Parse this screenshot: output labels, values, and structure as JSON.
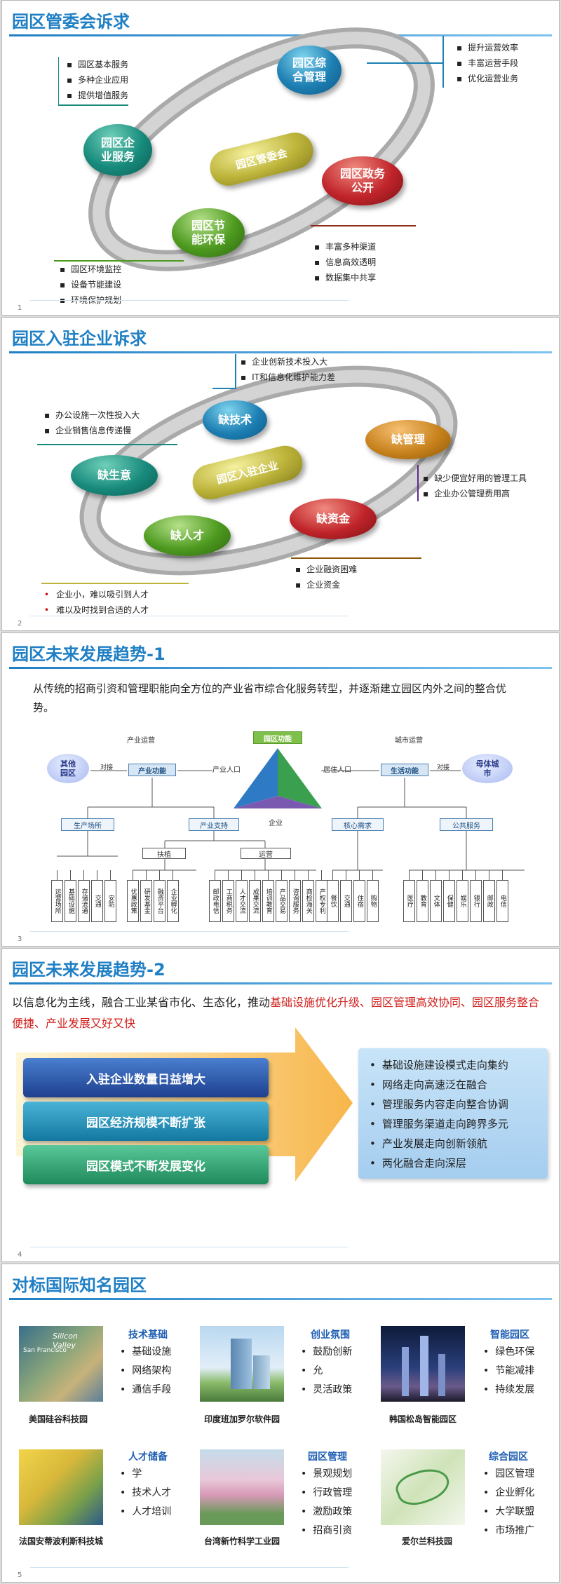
{
  "slides": [
    {
      "number": "1",
      "title": "园区管委会诉求",
      "center": "园区管委会",
      "nodes": [
        {
          "label": "园区综合管理",
          "bullets": [
            "提升运营效率",
            "丰富运营手段",
            "优化运营业务"
          ]
        },
        {
          "label": "园区企业服务",
          "bullets": [
            "园区基本服务",
            "多种企业应用",
            "提供增值服务"
          ]
        },
        {
          "label": "园区政务公开",
          "bullets": [
            "丰富多种渠道",
            "信息高效透明",
            "数据集中共享"
          ]
        },
        {
          "label": "园区节能环保",
          "bullets": [
            "园区环境监控",
            "设备节能建设",
            "环境保护规划"
          ]
        }
      ]
    },
    {
      "number": "2",
      "title": "园区入驻企业诉求",
      "center": "园区入驻企业",
      "nodes": [
        {
          "label": "缺技术",
          "bullets": [
            "企业创新技术投入大",
            "IT和信息化维护能力差"
          ]
        },
        {
          "label": "缺管理",
          "bullets": [
            "缺少便宜好用的管理工具",
            "企业办公管理费用高"
          ]
        },
        {
          "label": "缺生意",
          "bullets": [
            "办公设施一次性投入大",
            "企业销售信息传递慢"
          ]
        },
        {
          "label": "缺资金",
          "bullets": [
            "企业融资困难",
            "企业资金"
          ]
        },
        {
          "label": "缺人才",
          "bullets": [
            "企业小，难以吸引到人才",
            "难以及时找到合适的人才"
          ]
        }
      ]
    },
    {
      "number": "3",
      "title": "园区未来发展趋势-1",
      "paragraph": "从传统的招商引资和管理职能向全方位的产业省市综合化服务转型，并逐渐建立园区内外之间的整合优势。",
      "diagram": {
        "top": "园区功能",
        "industry_ops": "产业运营",
        "city_ops": "城市运营",
        "other_park": "其他园区",
        "parent_city": "母体城市",
        "dock": "对接",
        "industry_func": "产业功能",
        "life_func": "生活功能",
        "industry_pop": "产业人口",
        "resident_pop": "居住人口",
        "enterprise": "企业",
        "prod_site": "生产场所",
        "ind_support": "产业支持",
        "core_need": "核心需求",
        "public_service": "公共服务",
        "fuzhi": "扶植",
        "yunying": "运营",
        "leaves_prod": [
          "运营场所",
          "基础设施",
          "存储流通",
          "交通",
          "安防"
        ],
        "leaves_fuzhi": [
          "优惠政策",
          "研发基金",
          "融资平台",
          "企业孵化"
        ],
        "leaves_yunying": [
          "邮政电信",
          "工商税务",
          "人才交流",
          "成果交流",
          "培训教育",
          "产品交易",
          "咨询服务",
          "商检海关",
          "产权专利"
        ],
        "leaves_core": [
          "餐饮",
          "交通",
          "住宿",
          "购物"
        ],
        "leaves_public": [
          "医疗",
          "教育",
          "文体",
          "保健",
          "娱乐",
          "银行",
          "邮政",
          "电信"
        ]
      }
    },
    {
      "number": "4",
      "title": "园区未来发展趋势-2",
      "para_plain": "以信息化为主线，融合工业某省市化、生态化，推动",
      "para_red": "基础设施优化升级、园区管理高效协同、园区服务整合便捷、产业发展又好又快",
      "pills": [
        "入驻企业数量日益增大",
        "园区经济规模不断扩张",
        "园区模式不断发展变化"
      ],
      "trends": [
        "基础设施建设模式走向集约",
        "网络走向高速泛在融合",
        "管理服务内容走向整合协调",
        "管理服务渠道走向跨界多元",
        "产业发展走向创新领航",
        "两化融合走向深层"
      ]
    },
    {
      "number": "5",
      "title": "对标国际知名园区",
      "photo_labels": {
        "silicon": "Silicon Valley",
        "sanfran": "San Francisco"
      },
      "parks": [
        {
          "name": "美国硅谷科技园",
          "category": "技术基础",
          "points": [
            "基础设施",
            "网络架构",
            "通信手段"
          ]
        },
        {
          "name": "印度班加罗尔软件园",
          "category": "创业氛围",
          "points": [
            "鼓励创新",
            "允",
            "灵活政策"
          ]
        },
        {
          "name": "韩国松岛智能园区",
          "category": "智能园区",
          "points": [
            "绿色环保",
            "节能减排",
            "持续发展"
          ]
        },
        {
          "name": "法国安蒂波利斯科技城",
          "category": "人才储备",
          "points": [
            "学",
            "技术人才",
            "人才培训"
          ]
        },
        {
          "name": "台湾新竹科学工业园",
          "category": "园区管理",
          "points": [
            "景观规划",
            "行政管理",
            "激励政策",
            "招商引资"
          ]
        },
        {
          "name": "爱尔兰科技园",
          "category": "综合园区",
          "points": [
            "园区管理",
            "企业孵化",
            "大学联盟",
            "市场推广"
          ]
        }
      ]
    }
  ]
}
